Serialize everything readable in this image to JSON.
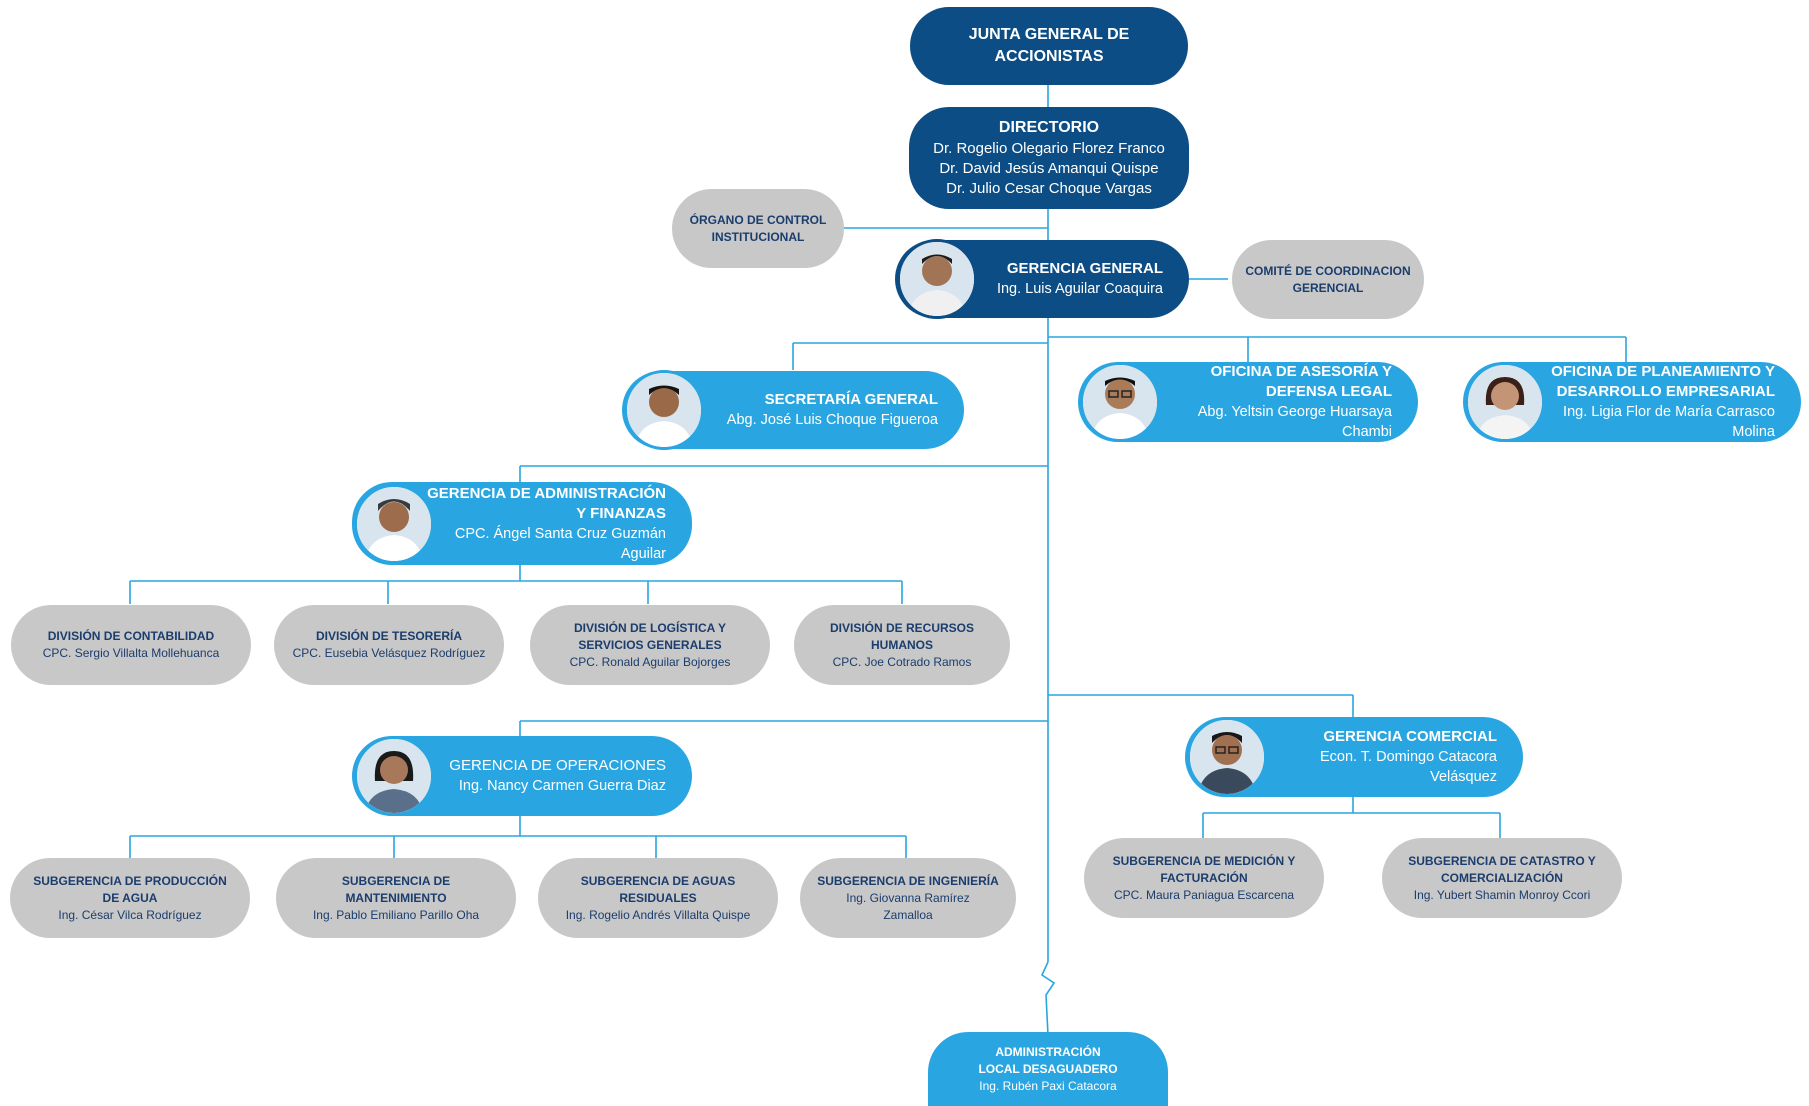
{
  "org": {
    "junta": {
      "title": "JUNTA GENERAL DE\nACCIONISTAS"
    },
    "directorio": {
      "title": "DIRECTORIO",
      "people": "Dr. Rogelio Olegario Florez Franco\nDr. David Jesús Amanqui Quispe\nDr. Julio Cesar Choque Vargas"
    },
    "control": {
      "title": "ÓRGANO DE CONTROL\nINSTITUCIONAL"
    },
    "gerencia_general": {
      "title": "GERENCIA GENERAL",
      "person": "Ing. Luis Aguilar Coaquira"
    },
    "comite": {
      "title": "COMITÉ DE COORDINACION\nGERENCIAL"
    },
    "secretaria": {
      "title": "SECRETARÍA GENERAL",
      "person": "Abg. José Luis Choque Figueroa"
    },
    "asesoria": {
      "title": "OFICINA DE ASESORÍA Y\nDEFENSA LEGAL",
      "person": "Abg. Yeltsin George Huarsaya\nChambi"
    },
    "planeamiento": {
      "title": "OFICINA DE PLANEAMIENTO Y\nDESARROLLO EMPRESARIAL",
      "person": "Ing. Ligia Flor de María Carrasco\nMolina"
    },
    "administracion": {
      "title": "GERENCIA DE ADMINISTRACIÓN\nY FINANZAS",
      "person": "CPC. Ángel Santa Cruz Guzmán\nAguilar"
    },
    "contabilidad": {
      "title": "DIVISIÓN DE CONTABILIDAD",
      "person": "CPC. Sergio Villalta Mollehuanca"
    },
    "tesoreria": {
      "title": "DIVISIÓN DE TESORERÍA",
      "person": "CPC. Eusebia Velásquez Rodríguez"
    },
    "logistica": {
      "title": "DIVISIÓN DE LOGÍSTICA Y\nSERVICIOS GENERALES",
      "person": "CPC. Ronald Aguilar Bojorges"
    },
    "rrhh": {
      "title": "DIVISIÓN DE RECURSOS\nHUMANOS",
      "person": "CPC. Joe Cotrado Ramos"
    },
    "operaciones": {
      "title": "GERENCIA DE OPERACIONES",
      "person": "Ing. Nancy Carmen Guerra Diaz"
    },
    "produccion": {
      "title": "SUBGERENCIA DE PRODUCCIÓN\nDE AGUA",
      "person": "Ing. César Vilca Rodríguez"
    },
    "mantenimiento": {
      "title": "SUBGERENCIA DE\nMANTENIMIENTO",
      "person": "Ing. Pablo Emiliano Parillo Oha"
    },
    "aguas_residuales": {
      "title": "SUBGERENCIA DE AGUAS\nRESIDUALES",
      "person": "Ing. Rogelio Andrés Villalta Quispe"
    },
    "ingenieria": {
      "title": "SUBGERENCIA DE INGENIERÍA",
      "person": "Ing. Giovanna Ramírez\nZamalloa"
    },
    "comercial": {
      "title": "GERENCIA COMERCIAL",
      "person": "Econ. T. Domingo Catacora\nVelásquez"
    },
    "medicion": {
      "title": "SUBGERENCIA DE MEDICIÓN Y\nFACTURACIÓN",
      "person": "CPC. Maura Paniagua Escarcena"
    },
    "catastro": {
      "title": "SUBGERENCIA DE CATASTRO Y\nCOMERCIALIZACIÓN",
      "person": "Ing. Yubert Shamin Monroy Ccori"
    },
    "desaguadero": {
      "title": "ADMINISTRACIÓN\nLOCAL DESAGUADERO",
      "person": "Ing. Rubén Paxi Catacora"
    }
  },
  "colors": {
    "dark": "#0b4d84",
    "blue": "#29a6e1",
    "gray": "#c8c8c8",
    "line": "#29a6e1",
    "text_dark": "#1b3d6d"
  }
}
